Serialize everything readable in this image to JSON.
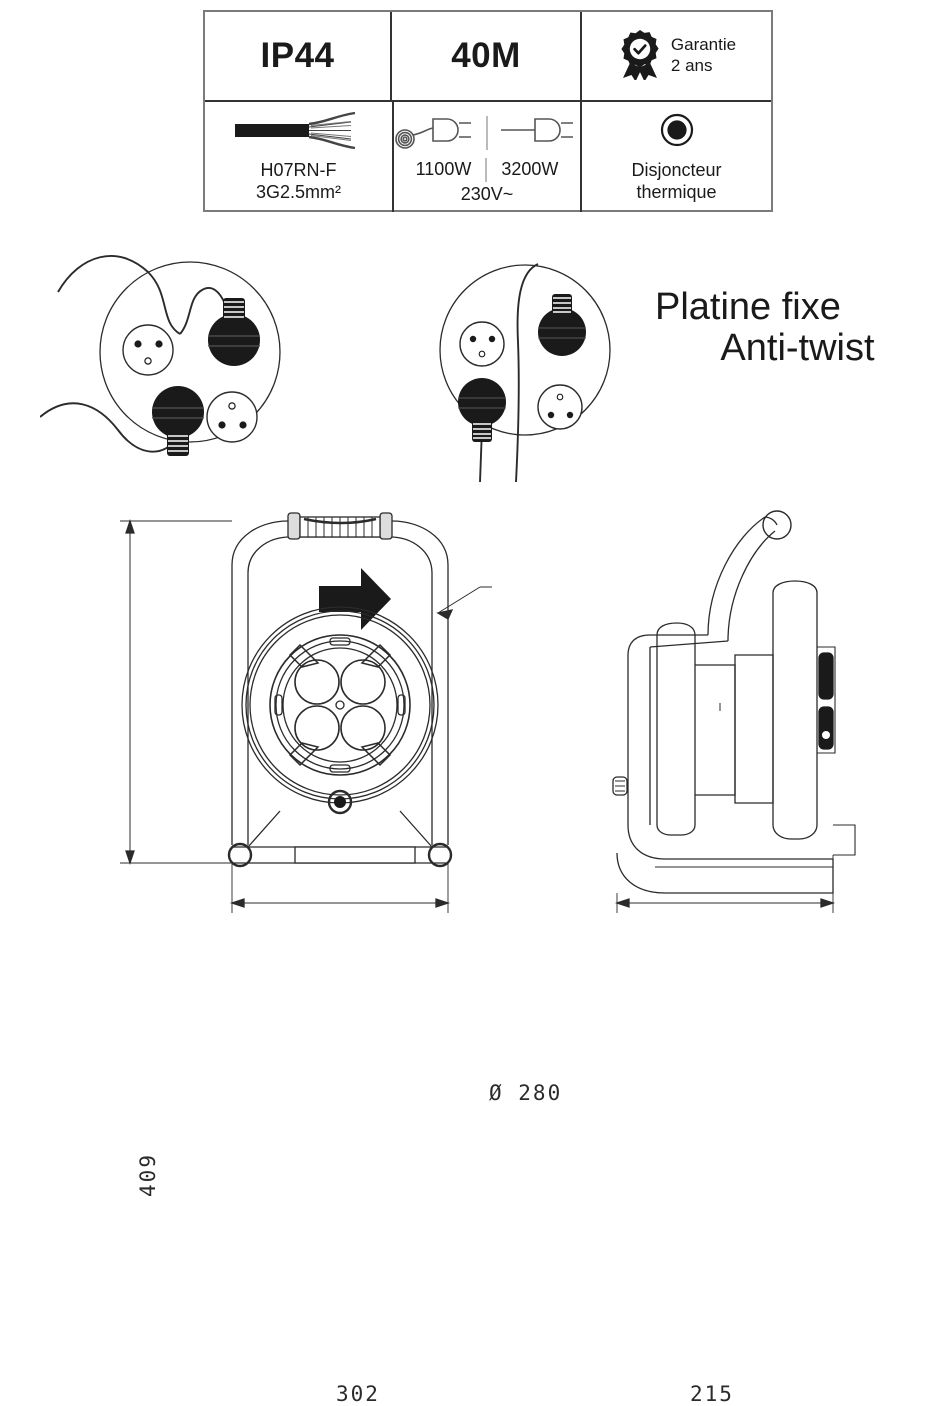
{
  "spec_table": {
    "top_row": [
      {
        "name": "ip-rating",
        "label": "IP44"
      },
      {
        "name": "cable-length",
        "label": "40M"
      },
      {
        "name": "warranty",
        "icon": "award-badge-icon",
        "line1": "Garantie",
        "line2": "2 ans"
      }
    ],
    "bottom_row": [
      {
        "name": "cable-type",
        "icon": "cable-icon",
        "line1": "H07RN-F",
        "line2": "3G2.5mm²"
      },
      {
        "name": "power-rating",
        "icon_coiled": "coiled-cable-plug-icon",
        "icon_uncoiled": "straight-cable-plug-icon",
        "power_coiled": "1100W",
        "power_uncoiled": "3200W",
        "voltage": "230V~"
      },
      {
        "name": "thermal-breaker",
        "icon": "reset-button-icon",
        "line1": "Disjoncteur",
        "line2": "thermique"
      }
    ]
  },
  "antitwist": {
    "before_label": "reel-face-tangled",
    "arrow": "right-arrow-icon",
    "after_label": "reel-face-untangled",
    "line1": "Platine fixe",
    "line2": "Anti-twist",
    "sockets": 4
  },
  "drawings": {
    "front_view": {
      "name": "front-view",
      "height_mm": "409",
      "width_mm": "302",
      "drum_diameter": "Ø 280",
      "socket_count": 4
    },
    "side_view": {
      "name": "side-view",
      "depth_mm": "215"
    }
  },
  "colors": {
    "line": "#2b2b2b",
    "fill_black": "#1a1a1a",
    "table_border": "#7b7b7b",
    "divider": "#333333"
  }
}
